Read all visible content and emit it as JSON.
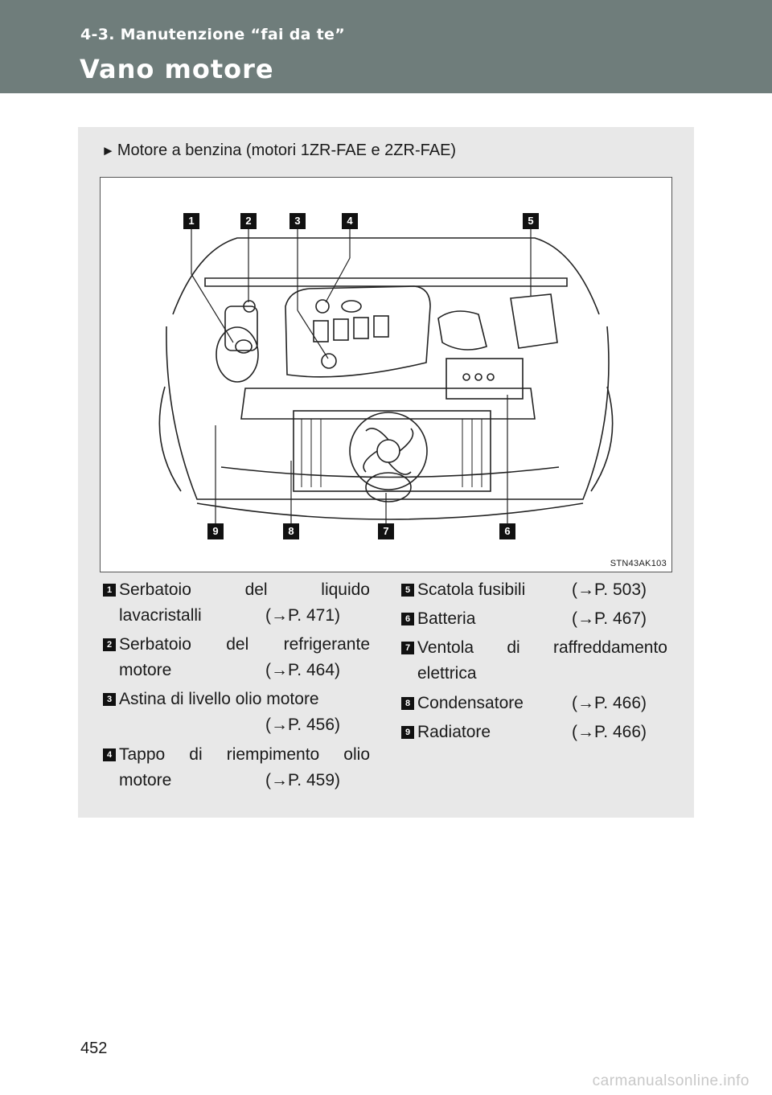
{
  "header": {
    "section": "4-3. Manutenzione “fai da te”",
    "title": "Vano motore"
  },
  "variant": "Motore a benzina (motori 1ZR-FAE e 2ZR-FAE)",
  "figure": {
    "code": "STN43AK103",
    "callouts": [
      "1",
      "2",
      "3",
      "4",
      "5",
      "6",
      "7",
      "8",
      "9"
    ]
  },
  "legend": [
    {
      "num": "1",
      "line1": "Serbatoio del liquido",
      "line2": "lavacristalli",
      "ref": "(→P. 471)"
    },
    {
      "num": "2",
      "line1": "Serbatoio del refrigerante",
      "line2": "motore",
      "ref": "(→P. 464)"
    },
    {
      "num": "3",
      "line1": "Astina di livello olio motore",
      "line2": "",
      "ref": "(→P. 456)"
    },
    {
      "num": "4",
      "line1": "Tappo di riempimento olio",
      "line2": "motore",
      "ref": "(→P. 459)"
    },
    {
      "num": "5",
      "line1": "Scatola fusibili",
      "line2": "",
      "ref": "(→P. 503)"
    },
    {
      "num": "6",
      "line1": "Batteria",
      "line2": "",
      "ref": "(→P. 467)"
    },
    {
      "num": "7",
      "line1": "Ventola di raffreddamento",
      "line2": "elettrica",
      "ref": ""
    },
    {
      "num": "8",
      "line1": "Condensatore",
      "line2": "",
      "ref": "(→P. 466)"
    },
    {
      "num": "9",
      "line1": "Radiatore",
      "line2": "",
      "ref": "(→P. 466)"
    }
  ],
  "page_number": "452",
  "watermark": "carmanualsonline.info"
}
